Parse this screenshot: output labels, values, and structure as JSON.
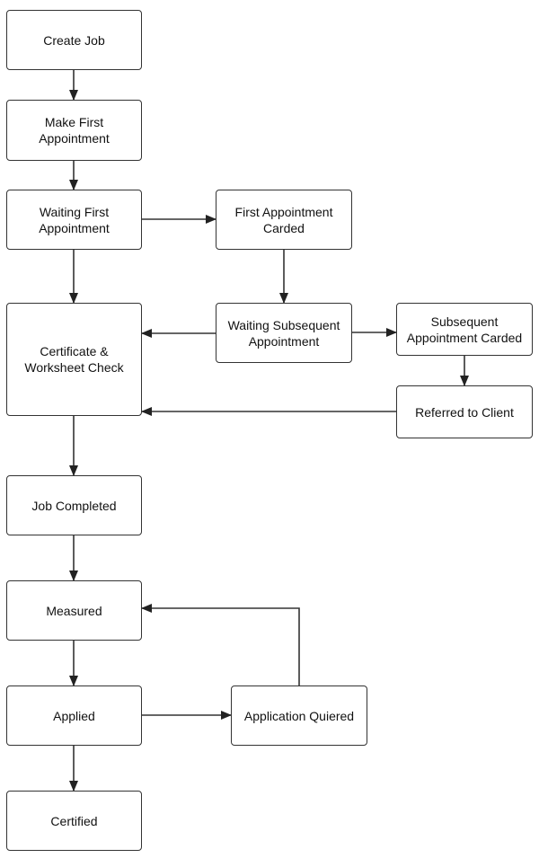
{
  "diagram": {
    "nodes": {
      "create_job": {
        "label_lines": [
          "Create Job"
        ]
      },
      "make_first": {
        "label_lines": [
          "Make First",
          "Appointment"
        ]
      },
      "waiting_first": {
        "label_lines": [
          "Waiting First",
          "Appointment"
        ]
      },
      "first_carded": {
        "label_lines": [
          "First Appointment",
          "Carded"
        ]
      },
      "cert_check": {
        "label_lines": [
          "Certificate &",
          "Worksheet Check"
        ]
      },
      "waiting_subsequent": {
        "label_lines": [
          "Waiting Subsequent",
          "Appointment"
        ]
      },
      "subsequent_carded": {
        "label_lines": [
          "Subsequent",
          "Appointment Carded"
        ]
      },
      "referred": {
        "label_lines": [
          "Referred to Client"
        ]
      },
      "job_completed": {
        "label_lines": [
          "Job Completed"
        ]
      },
      "measured": {
        "label_lines": [
          "Measured"
        ]
      },
      "applied": {
        "label_lines": [
          "Applied"
        ]
      },
      "app_queried": {
        "label_lines": [
          "Application Quiered"
        ]
      },
      "certified": {
        "label_lines": [
          "Certified"
        ]
      }
    },
    "edges": [
      {
        "from": "create_job",
        "to": "make_first"
      },
      {
        "from": "make_first",
        "to": "waiting_first"
      },
      {
        "from": "waiting_first",
        "to": "first_carded"
      },
      {
        "from": "waiting_first",
        "to": "cert_check"
      },
      {
        "from": "first_carded",
        "to": "waiting_subsequent"
      },
      {
        "from": "waiting_subsequent",
        "to": "cert_check"
      },
      {
        "from": "waiting_subsequent",
        "to": "subsequent_carded"
      },
      {
        "from": "subsequent_carded",
        "to": "referred"
      },
      {
        "from": "referred",
        "to": "cert_check"
      },
      {
        "from": "cert_check",
        "to": "job_completed"
      },
      {
        "from": "job_completed",
        "to": "measured"
      },
      {
        "from": "measured",
        "to": "applied"
      },
      {
        "from": "applied",
        "to": "app_queried"
      },
      {
        "from": "app_queried",
        "to": "measured"
      },
      {
        "from": "applied",
        "to": "certified"
      }
    ],
    "colors": {
      "stroke": "#333333",
      "text": "#111111",
      "background": "#ffffff"
    }
  }
}
